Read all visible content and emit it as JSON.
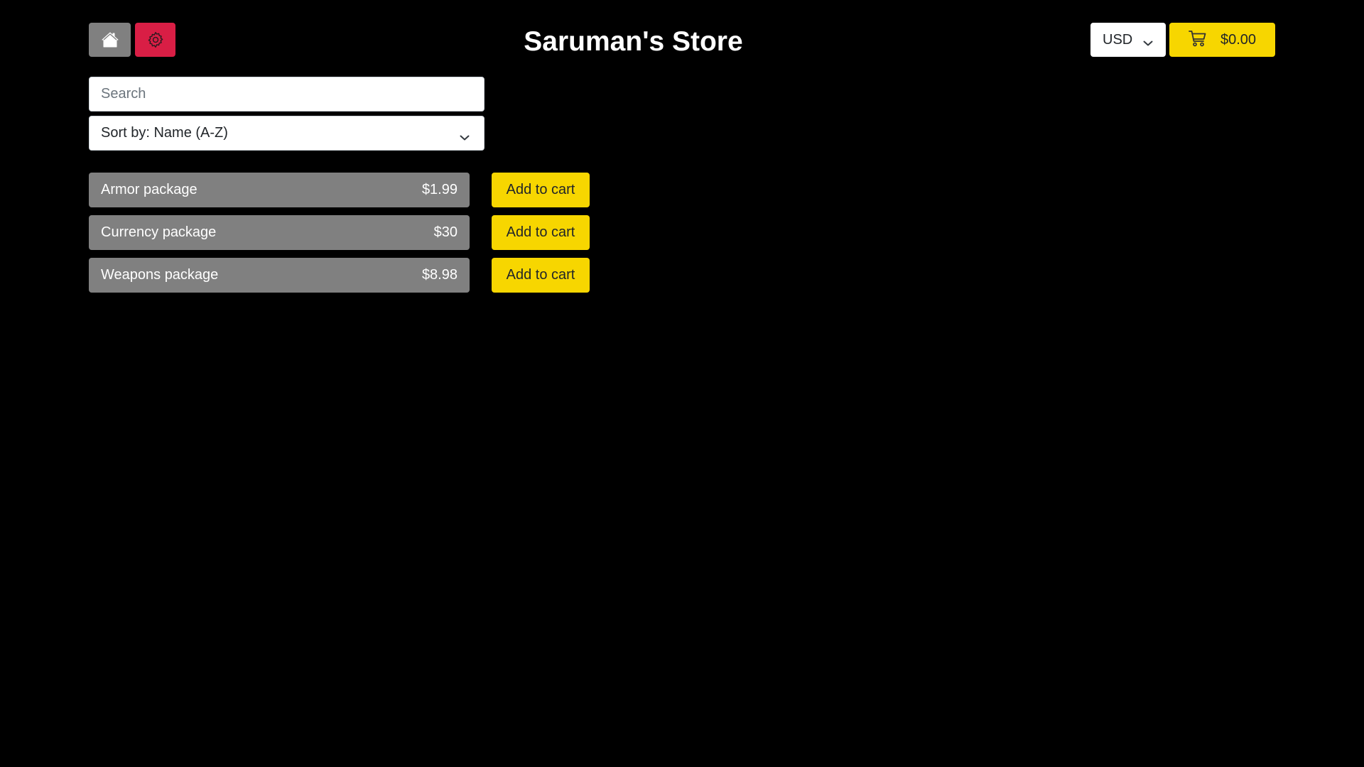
{
  "header": {
    "title": "Saruman's Store",
    "home_icon": "house-icon",
    "settings_icon": "gear-icon",
    "currency": {
      "selected": "USD",
      "icon": "chevron-down-icon"
    },
    "cart": {
      "icon": "shopping-cart-icon",
      "total": "$0.00"
    }
  },
  "filters": {
    "search": {
      "placeholder": "Search",
      "value": ""
    },
    "sort": {
      "selected": "Sort by: Name (A-Z)",
      "icon": "chevron-down-icon"
    }
  },
  "products": [
    {
      "name": "Armor package",
      "price": "$1.99",
      "action_label": "Add to cart"
    },
    {
      "name": "Currency package",
      "price": "$30",
      "action_label": "Add to cart"
    },
    {
      "name": "Weapons package",
      "price": "$8.98",
      "action_label": "Add to cart"
    }
  ],
  "colors": {
    "background": "#000000",
    "home_button": "#808080",
    "settings_button": "#d91e45",
    "accent_yellow": "#f7d600",
    "product_card": "#808080"
  }
}
